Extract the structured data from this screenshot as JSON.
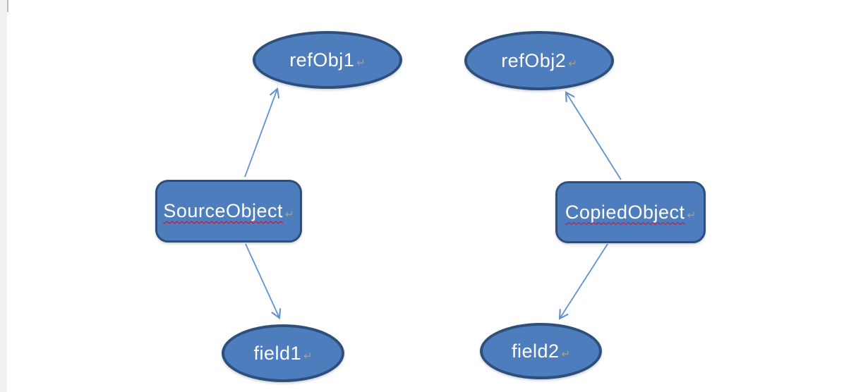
{
  "canvas": {
    "background": "#ffffff",
    "left_strip_color": "#f1f1f1",
    "left_strip_line_color": "#b9b9b9"
  },
  "styles": {
    "shape_fill": "#4d7dbc",
    "shape_border": "#2e4f7c",
    "arrow_color": "#6191cf",
    "label_color": "#ffffff",
    "spellcheck_squiggle_color": "#cc0a2f",
    "formatting_mark_color": "#a2a394"
  },
  "nodes": [
    {
      "id": "refObj1",
      "label": "refObj1",
      "shape": "ellipse",
      "mark": "↵",
      "misspelled": false
    },
    {
      "id": "refObj2",
      "label": "refObj2",
      "shape": "ellipse",
      "mark": "↵",
      "misspelled": false
    },
    {
      "id": "SourceObject",
      "label": "SourceObject",
      "shape": "rect",
      "mark": "↵",
      "misspelled": true
    },
    {
      "id": "CopiedObject",
      "label": "CopiedObject",
      "shape": "rect",
      "mark": "↵",
      "misspelled": true
    },
    {
      "id": "field1",
      "label": "field1",
      "shape": "ellipse",
      "mark": "↵",
      "misspelled": false
    },
    {
      "id": "field2",
      "label": "field2",
      "shape": "ellipse",
      "mark": "↵",
      "misspelled": false
    }
  ],
  "edges": [
    {
      "from": "SourceObject",
      "to": "refObj1"
    },
    {
      "from": "SourceObject",
      "to": "field1"
    },
    {
      "from": "CopiedObject",
      "to": "refObj2"
    },
    {
      "from": "CopiedObject",
      "to": "field2"
    }
  ]
}
